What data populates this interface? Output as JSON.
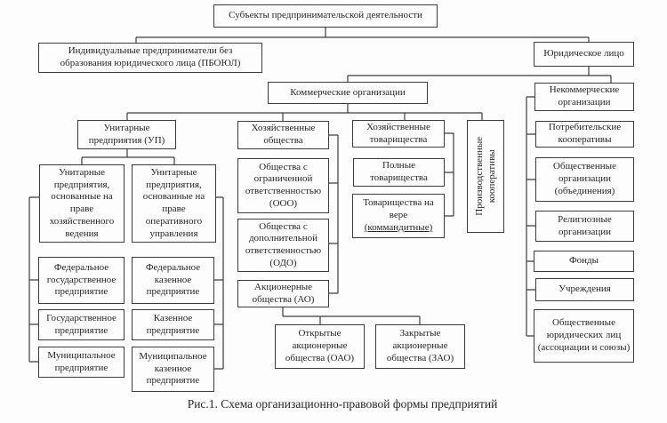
{
  "caption": "Рис.1. Схема организационно-правовой формы предприятий",
  "colors": {
    "line": "#3c3c3c",
    "text": "#262626",
    "background": "#fdfdfd"
  },
  "nodes": {
    "subjects": {
      "label": "Субъекты предпринимательской деятельности"
    },
    "individual": {
      "label": "Индивидуальные предприниматели без образования юридического лица (ПБОЮЛ)"
    },
    "legal_entity": {
      "label": "Юридическое лицо"
    },
    "commercial": {
      "label": "Коммерческие организации"
    },
    "noncommercial": {
      "label": "Некоммерческие организации"
    },
    "unitary": {
      "label": "Унитарные предприятия (УП)"
    },
    "business_companies": {
      "label": "Хозяйственные общества"
    },
    "business_partnerships": {
      "label": "Хозяйственные товарищества"
    },
    "production_coops": {
      "label": "Производственные кооперативы"
    },
    "unitary_economic": {
      "label": "Унитарные предприятия, основанные на праве хозяйственного ведения"
    },
    "unitary_operational": {
      "label": "Унитарные предприятия, основанные на праве оперативного управления"
    },
    "ooo": {
      "label": "Общества с ограниченной ответственностью (ООО)"
    },
    "odo": {
      "label": "Общества с дополнительной ответственностью (ОДО)"
    },
    "ao": {
      "label": "Акционерные общества (АО)"
    },
    "full_partnerships": {
      "label": "Полные товарищества"
    },
    "limited_partnerships": {
      "label": "Товарищества на вере",
      "sublabel": "(коммандитные)"
    },
    "federal_state": {
      "label": "Федеральное государственное предприятие"
    },
    "federal_kazennoe": {
      "label": "Федеральное казенное предприятие"
    },
    "state": {
      "label": "Государственное предприятие"
    },
    "kazennoe": {
      "label": "Казенное предприятие"
    },
    "municipal": {
      "label": "Муниципальное предприятие"
    },
    "municipal_kazennoe": {
      "label": "Муниципальное казенное предприятие"
    },
    "oao": {
      "label": "Открытые акционерные общества (ОАО)"
    },
    "zao": {
      "label": "Закрытые акционерные общества (ЗАО)"
    },
    "consumer_coops": {
      "label": "Потребительские кооперативы"
    },
    "public_orgs": {
      "label": "Общественные организации (объединения)"
    },
    "religious": {
      "label": "Религиозные организации"
    },
    "funds": {
      "label": "Фонды"
    },
    "institutions": {
      "label": "Учреждения"
    },
    "associations": {
      "label": "Общественные юридических лиц (ассоциации и союзы)"
    }
  }
}
